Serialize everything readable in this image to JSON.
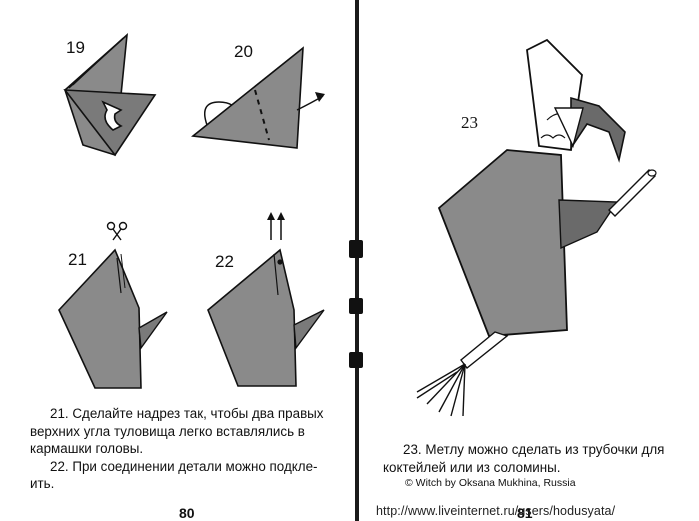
{
  "left_page": {
    "figures": [
      {
        "number": "19"
      },
      {
        "number": "20"
      },
      {
        "number": "21"
      },
      {
        "number": "22"
      }
    ],
    "captions": [
      "21. Сделайте надрез так, чтобы два правых",
      "верхних угла туловища легко вставлялись в",
      "кармашки головы.",
      "22. При соединении детали можно подкле-",
      "ить."
    ],
    "page_number": "80"
  },
  "right_page": {
    "figure": {
      "number": "23"
    },
    "captions": [
      "23. Метлу можно сделать из трубочки для",
      "коктейлей или из соломины."
    ],
    "copyright": "© Witch by Oksana Mukhina, Russia",
    "page_number": "81"
  },
  "watermark": "http://www.liveinternet.ru/users/hodusyata/",
  "colors": {
    "paper_gray": "#8a8a8a",
    "dark_gray": "#5e5e5e",
    "ink": "#111111",
    "background": "#ffffff"
  }
}
